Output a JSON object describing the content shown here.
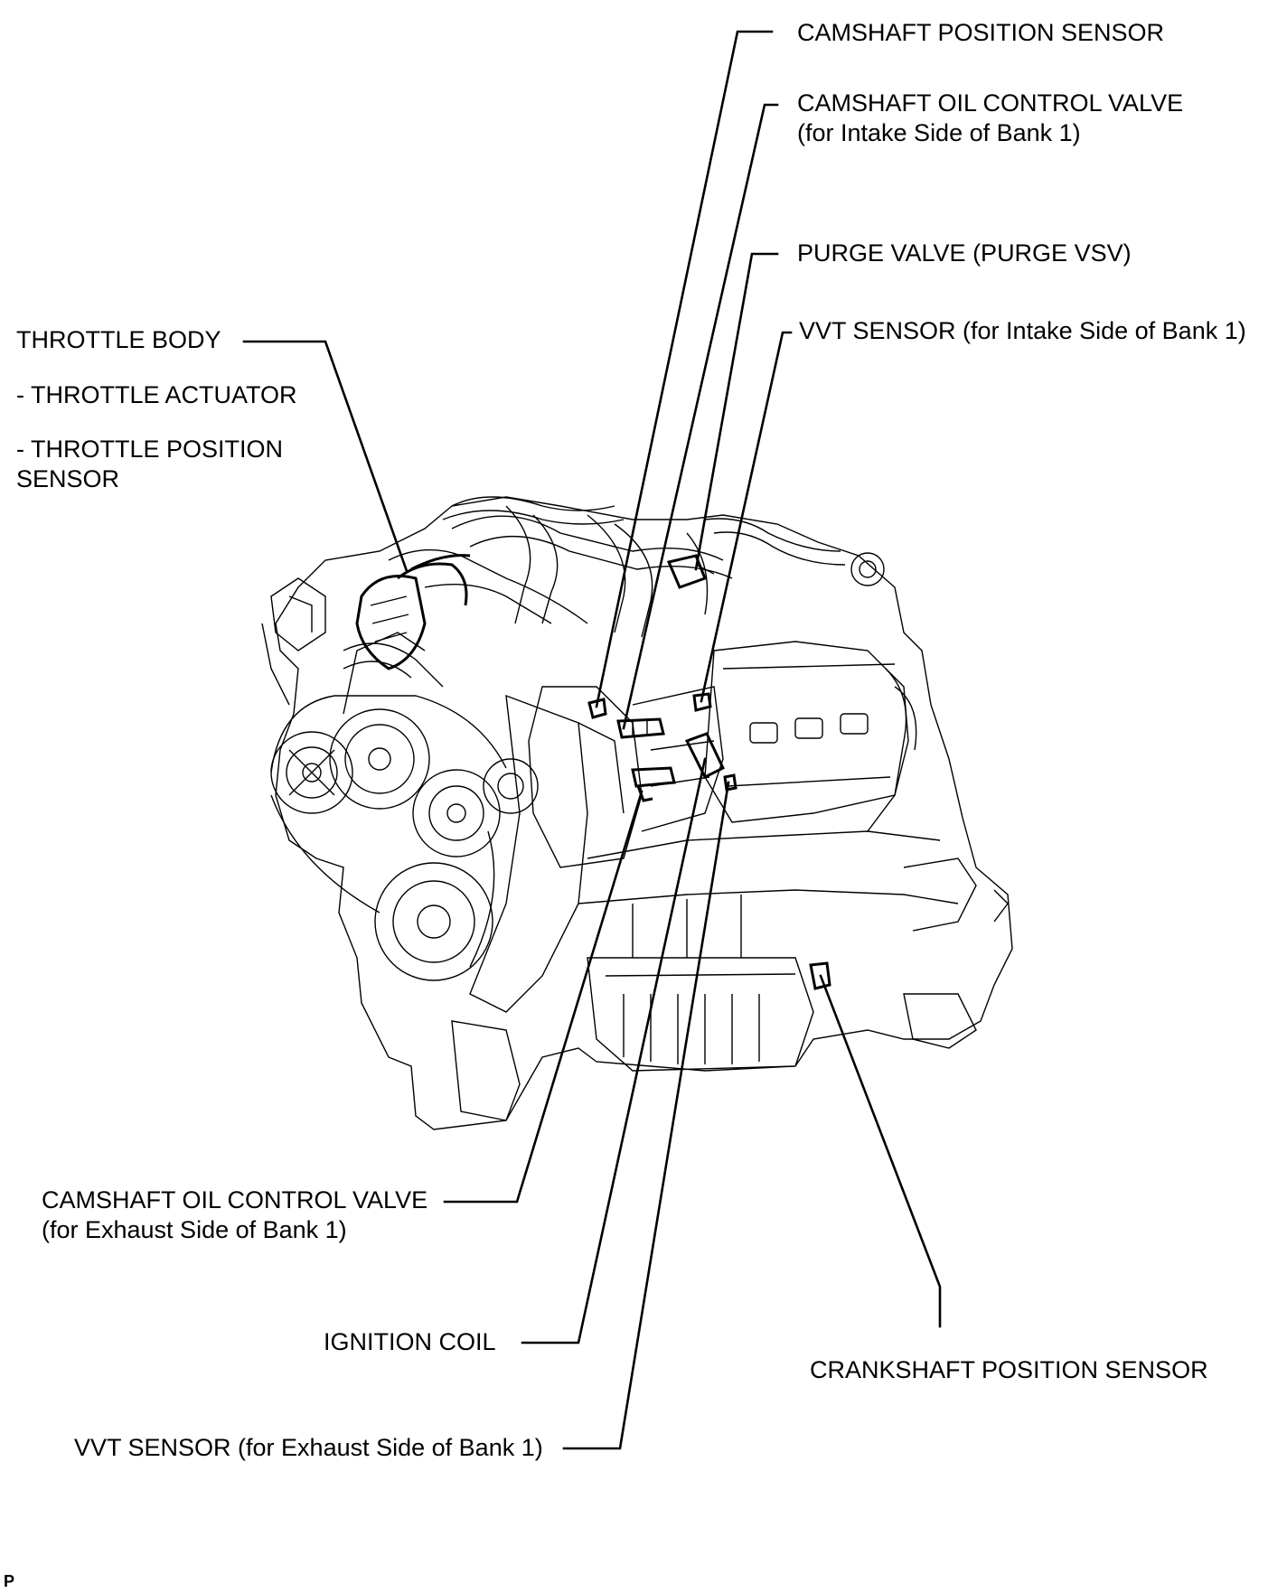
{
  "labels": {
    "camshaft_position_sensor": "CAMSHAFT POSITION SENSOR",
    "camshaft_ocv_intake": {
      "line1": "CAMSHAFT OIL CONTROL VALVE",
      "line2": "(for Intake Side of Bank 1)"
    },
    "purge_valve": "PURGE VALVE (PURGE VSV)",
    "vvt_sensor_intake": "VVT SENSOR (for Intake Side of Bank 1)",
    "throttle_body": "THROTTLE BODY",
    "throttle_actuator": "- THROTTLE ACTUATOR",
    "throttle_position_sensor": {
      "line1": "- THROTTLE POSITION",
      "line2": "SENSOR"
    },
    "camshaft_ocv_exhaust": {
      "line1": "CAMSHAFT OIL CONTROL VALVE",
      "line2": "(for Exhaust Side of Bank 1)"
    },
    "ignition_coil": "IGNITION COIL",
    "crankshaft_position_sensor": "CRANKSHAFT POSITION SENSOR",
    "vvt_sensor_exhaust": "VVT SENSOR (for Exhaust Side of Bank 1)"
  },
  "corner_mark": "P",
  "line_color": "#000000",
  "background_color": "#ffffff"
}
